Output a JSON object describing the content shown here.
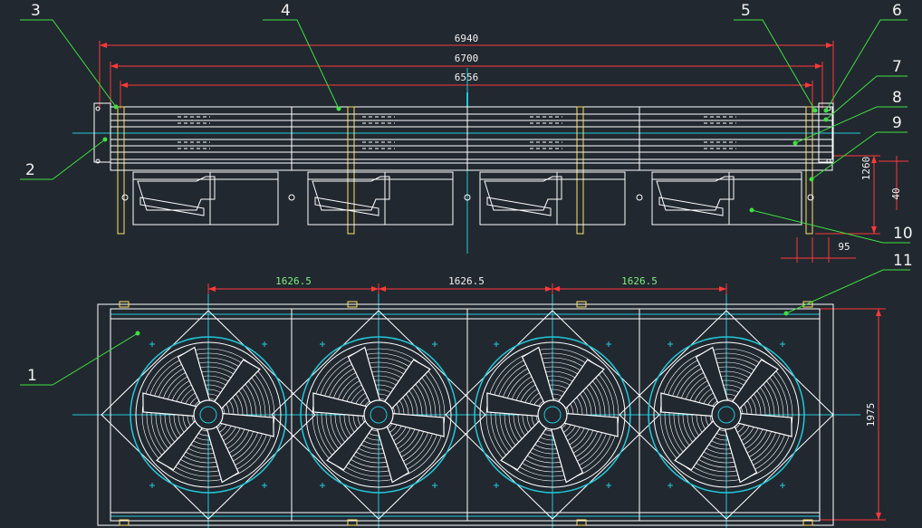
{
  "palette": {
    "background": "#212830",
    "outline": "#ffffff",
    "dimension": "#ff3838",
    "center_line": "#22c8d8",
    "leader": "#3ee03e",
    "text": "#f2f2f2",
    "dim_text_green": "#7cf07c",
    "fan_blade": "#ffffff"
  },
  "side_view": {
    "overall_dims": [
      "6940",
      "6700",
      "6556"
    ],
    "height_dim": "1260",
    "leg_dim": "40",
    "offset_dim": "95"
  },
  "front_view": {
    "fan_pitch": [
      "1626.5",
      "1626.5",
      "1626.5"
    ],
    "height_dim": "1975",
    "fan_count": 4
  },
  "callouts": [
    "1",
    "2",
    "3",
    "4",
    "5",
    "6",
    "7",
    "8",
    "9",
    "10",
    "11"
  ]
}
